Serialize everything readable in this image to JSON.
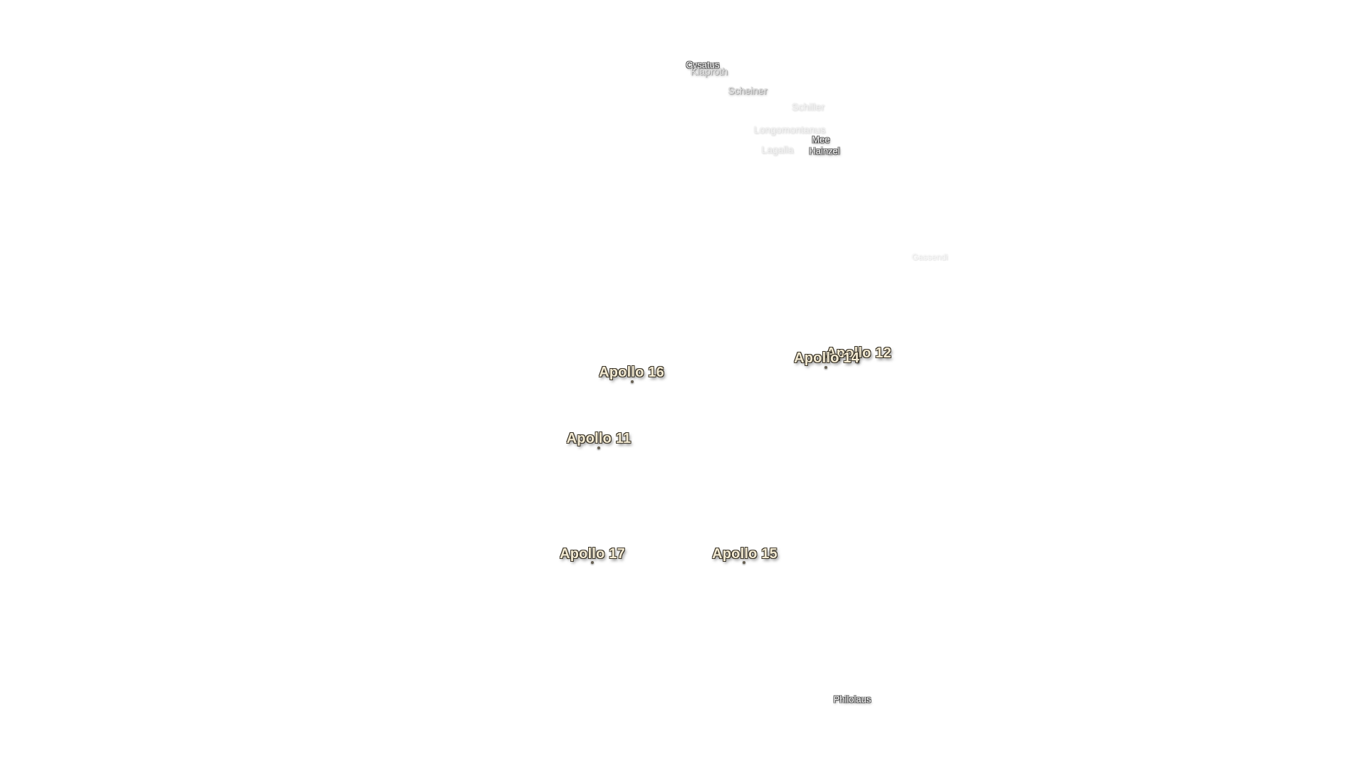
{
  "map": {
    "landing_sites": [
      {
        "id": "apollo-11",
        "label": "Apollo 11"
      },
      {
        "id": "apollo-12",
        "label": "Apollo 12"
      },
      {
        "id": "apollo-14",
        "label": "Apollo 14"
      },
      {
        "id": "apollo-15",
        "label": "Apollo 15"
      },
      {
        "id": "apollo-16",
        "label": "Apollo 16"
      },
      {
        "id": "apollo-17",
        "label": "Apollo 17"
      }
    ],
    "craters": [
      {
        "id": "cysatus",
        "label": "Cysatus"
      },
      {
        "id": "klaproth",
        "label": "Klaproth"
      },
      {
        "id": "scheiner",
        "label": "Scheiner"
      },
      {
        "id": "schiller",
        "label": "Schiller"
      },
      {
        "id": "longomontanus",
        "label": "Longomontanus"
      },
      {
        "id": "mee",
        "label": "Mee"
      },
      {
        "id": "hainzel",
        "label": "Hainzel"
      },
      {
        "id": "lagalla",
        "label": "Lagalla"
      },
      {
        "id": "gassendi",
        "label": "Gassendi"
      },
      {
        "id": "philolaus",
        "label": "Philolaus"
      }
    ]
  }
}
